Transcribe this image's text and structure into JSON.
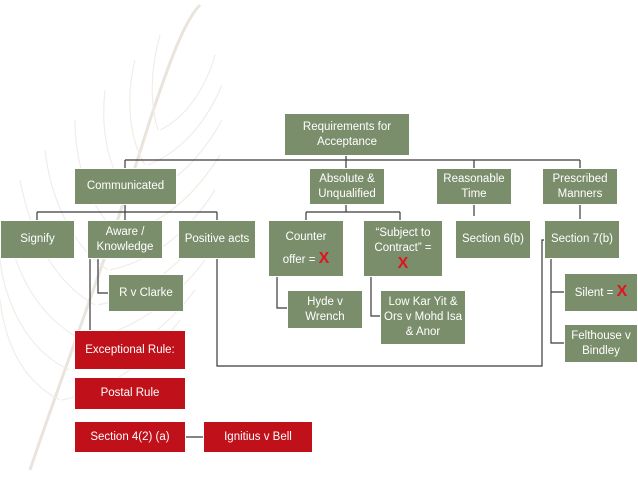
{
  "colors": {
    "node_green": "#7b8e6c",
    "node_red": "#c0101a",
    "x_mark": "#e0141e",
    "connector": "#3a3a3a"
  },
  "nodes": {
    "requirements": "Requirements for Acceptance",
    "communicated": "Communicated",
    "absolute": "Absolute & Unqualified",
    "reasonable": "Reasonable Time",
    "prescribed": "Prescribed Manners",
    "signify": "Signify",
    "aware": "Aware / Knowledge",
    "positive": "Positive acts",
    "counter_line1": "Counter",
    "counter_line2": "offer =",
    "subject_to": "“Subject to Contract” =",
    "section6b": "Section 6(b)",
    "section7b": "Section 7(b)",
    "r_v_clarke": "R v Clarke",
    "hyde": "Hyde v Wrench",
    "low_kar": "Low Kar Yit & Ors v Mohd Isa & Anor",
    "silent": "Silent =",
    "felthouse": "Felthouse v Bindley",
    "exceptional": "Exceptional Rule:",
    "postal": "Postal Rule",
    "section42a": "Section 4(2) (a)",
    "ignitius": "Ignitius v Bell",
    "x_mark": "X"
  }
}
